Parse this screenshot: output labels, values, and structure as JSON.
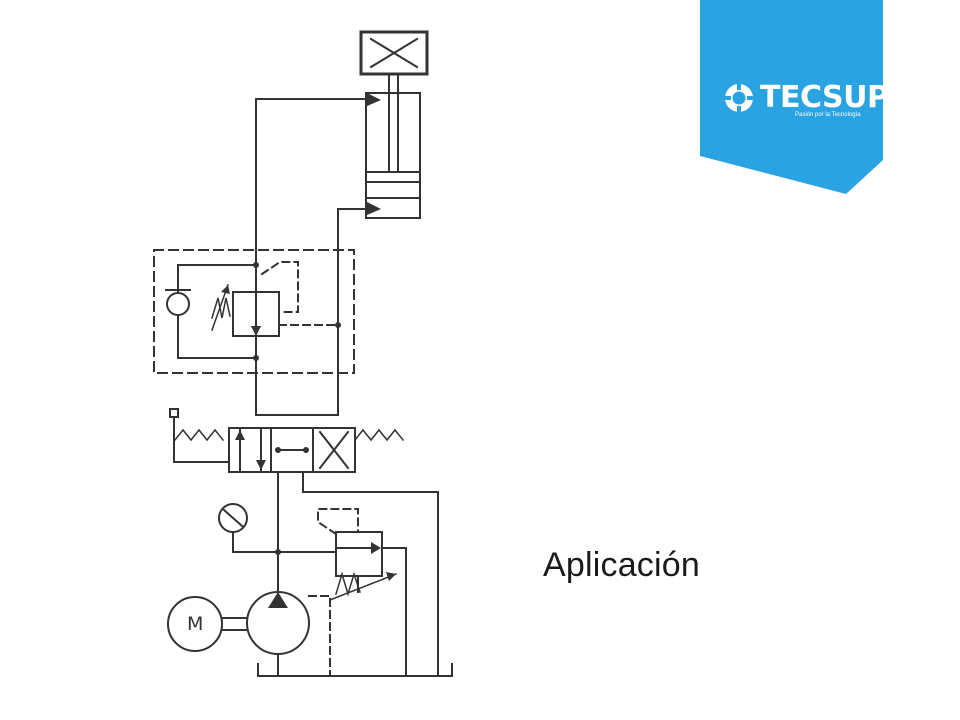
{
  "slide": {
    "caption": "Aplicación"
  },
  "logo": {
    "brand": "TECSUP",
    "tagline": "Pasión por la Tecnología",
    "color": "#29a3e2"
  },
  "diagram": {
    "motor_label": "M"
  },
  "colors": {
    "line": "#333333",
    "background": "#ffffff"
  }
}
